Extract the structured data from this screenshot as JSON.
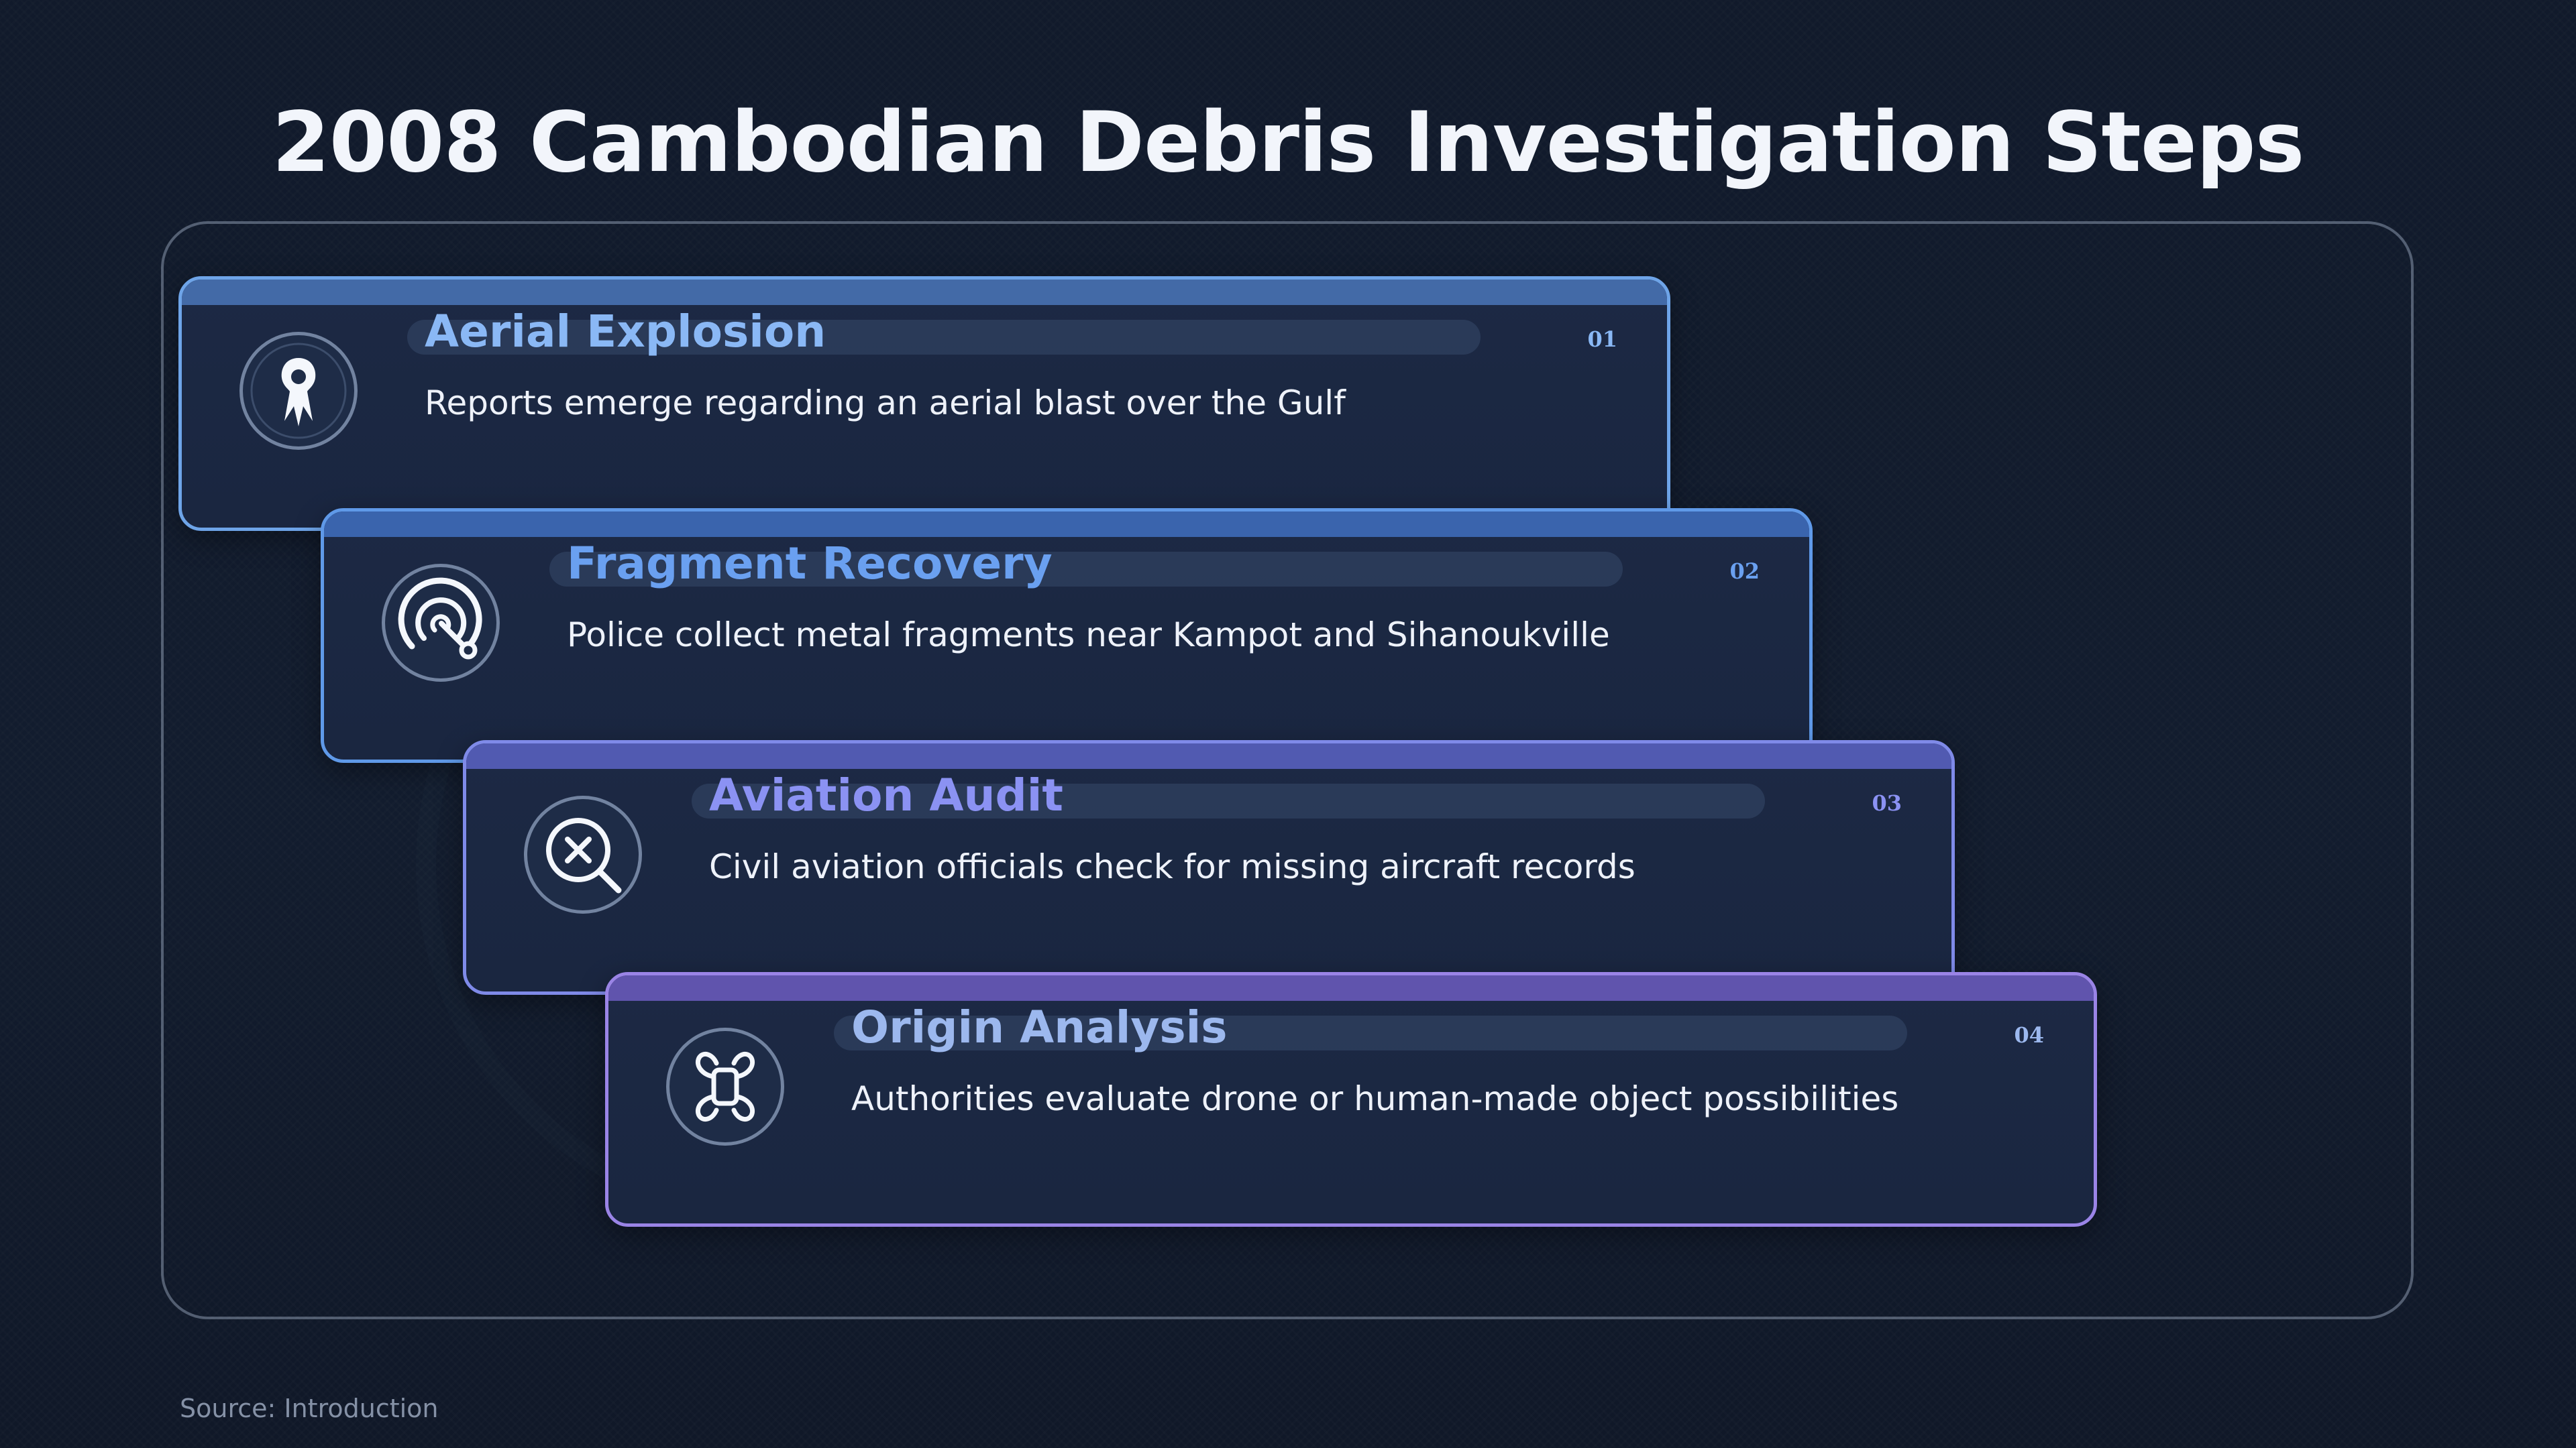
{
  "title": "2008 Cambodian Debris Investigation Steps",
  "steps": [
    {
      "number": "01",
      "heading": "Aerial Explosion",
      "description": "Reports emerge regarding an aerial blast over the Gulf",
      "icon": "explosion-icon",
      "accent": "#8ab8f5",
      "border": "#6ea4e8",
      "bar": "#4a76b8"
    },
    {
      "number": "02",
      "heading": "Fragment Recovery",
      "description": "Police collect metal fragments near Kampot and Sihanoukville",
      "icon": "radar-icon",
      "accent": "#6aa0f0",
      "border": "#5f99e8",
      "bar": "#3f6ec0"
    },
    {
      "number": "03",
      "heading": "Aviation Audit",
      "description": "Civil aviation officials check for missing aircraft records",
      "icon": "search-x-icon",
      "accent": "#8b92f3",
      "border": "#7f8ae8",
      "bar": "#5a63c4"
    },
    {
      "number": "04",
      "heading": "Origin Analysis",
      "description": "Authorities evaluate drone or human-made object possibilities",
      "icon": "drone-icon",
      "accent": "#9cb8ee",
      "border": "#9a84e6",
      "bar": "#6c5cc0"
    }
  ],
  "source": "Source: Introduction"
}
